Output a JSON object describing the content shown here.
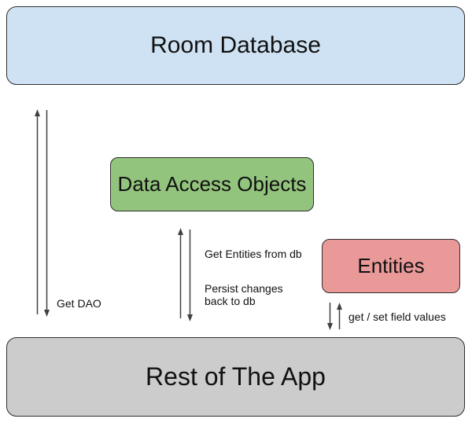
{
  "diagram": {
    "boxes": {
      "room_database": {
        "label": "Room Database",
        "fill": "#cfe2f3"
      },
      "dao": {
        "label": "Data Access Objects",
        "fill": "#93c47d"
      },
      "entities": {
        "label": "Entities",
        "fill": "#ea9999"
      },
      "rest_of_app": {
        "label": "Rest of The App",
        "fill": "#cccccc"
      }
    },
    "edge_labels": {
      "get_dao": "Get DAO",
      "get_entities": "Get Entities from db",
      "persist": "Persist changes back to db",
      "get_set": "get / set field values"
    },
    "colors": {
      "border": "#2e2e2e",
      "arrow": "#404040",
      "text": "#111111"
    }
  }
}
